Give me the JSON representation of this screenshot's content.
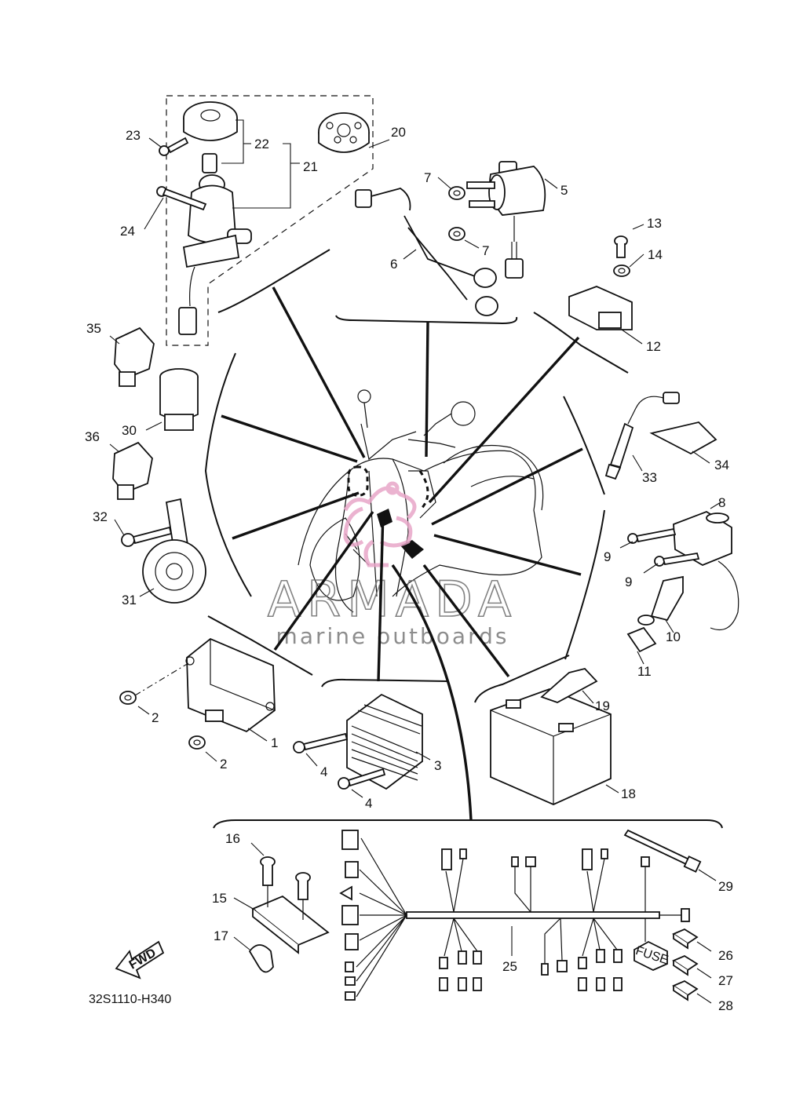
{
  "diagram": {
    "part_code": "32S1110-H340",
    "fwd_label": "FWD",
    "fuse_label": "FUSE",
    "watermark": {
      "brand": "ARMADA",
      "tagline": "marine outboards",
      "accent_color": "#e8a6c8"
    },
    "callouts": {
      "c1": "1",
      "c2a": "2",
      "c2b": "2",
      "c3": "3",
      "c4a": "4",
      "c4b": "4",
      "c5": "5",
      "c6": "6",
      "c7a": "7",
      "c7b": "7",
      "c8": "8",
      "c9a": "9",
      "c9b": "9",
      "c10": "10",
      "c11": "11",
      "c12": "12",
      "c13": "13",
      "c14": "14",
      "c15": "15",
      "c16": "16",
      "c17": "17",
      "c18": "18",
      "c19": "19",
      "c20": "20",
      "c21": "21",
      "c22": "22",
      "c23": "23",
      "c24": "24",
      "c25": "25",
      "c26": "26",
      "c27": "27",
      "c28": "28",
      "c29": "29",
      "c30": "30",
      "c31": "31",
      "c32": "32",
      "c33": "33",
      "c34": "34",
      "c35": "35",
      "c36": "36"
    }
  }
}
